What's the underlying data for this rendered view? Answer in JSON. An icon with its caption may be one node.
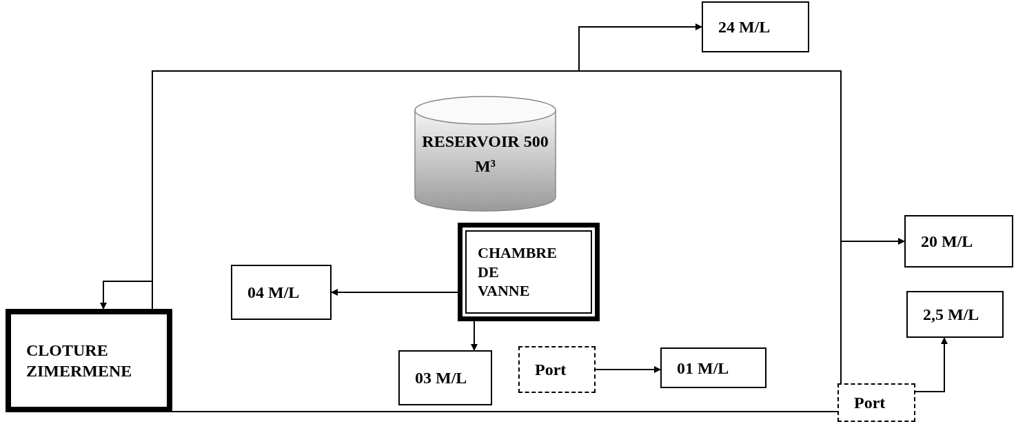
{
  "diagram": {
    "nodes": [
      {
        "text": [],
        "shape": "box"
      },
      {
        "text": [
          "RESERVOIR 500 M³"
        ],
        "in": 0
      },
      {
        "text": [
          "CHAMBRE DE VANNE"
        ],
        "in": 0
      },
      {
        "text": [
          "04 M/L"
        ],
        "in": 0
      },
      {
        "text": [
          "03 M/L"
        ],
        "in": 0
      },
      {
        "text": [
          "Port"
        ],
        "in": 0
      },
      {
        "text": [
          "01 M/L"
        ],
        "in": 0
      },
      {
        "text": [
          "24 M/L"
        ]
      },
      {
        "text": [
          "20 M/L"
        ]
      },
      {
        "text": [
          "2,5 M/L"
        ]
      },
      {
        "text": [
          "Port"
        ]
      },
      {
        "text": [
          "CLOTURE ZIMERMENE"
        ]
      }
    ],
    "edges": [
      {
        "from": 0,
        "to": 7,
        "arrow": "to"
      },
      {
        "from": 0,
        "to": 8,
        "arrow": "to"
      },
      {
        "from": 0,
        "to": 11,
        "arrow": "to"
      },
      {
        "from": 2,
        "to": 3,
        "arrow": "to"
      },
      {
        "from": 2,
        "to": 4,
        "arrow": "to"
      },
      {
        "from": 5,
        "to": 6,
        "arrow": "to"
      },
      {
        "from": 10,
        "to": 9,
        "arrow": "to"
      }
    ]
  }
}
